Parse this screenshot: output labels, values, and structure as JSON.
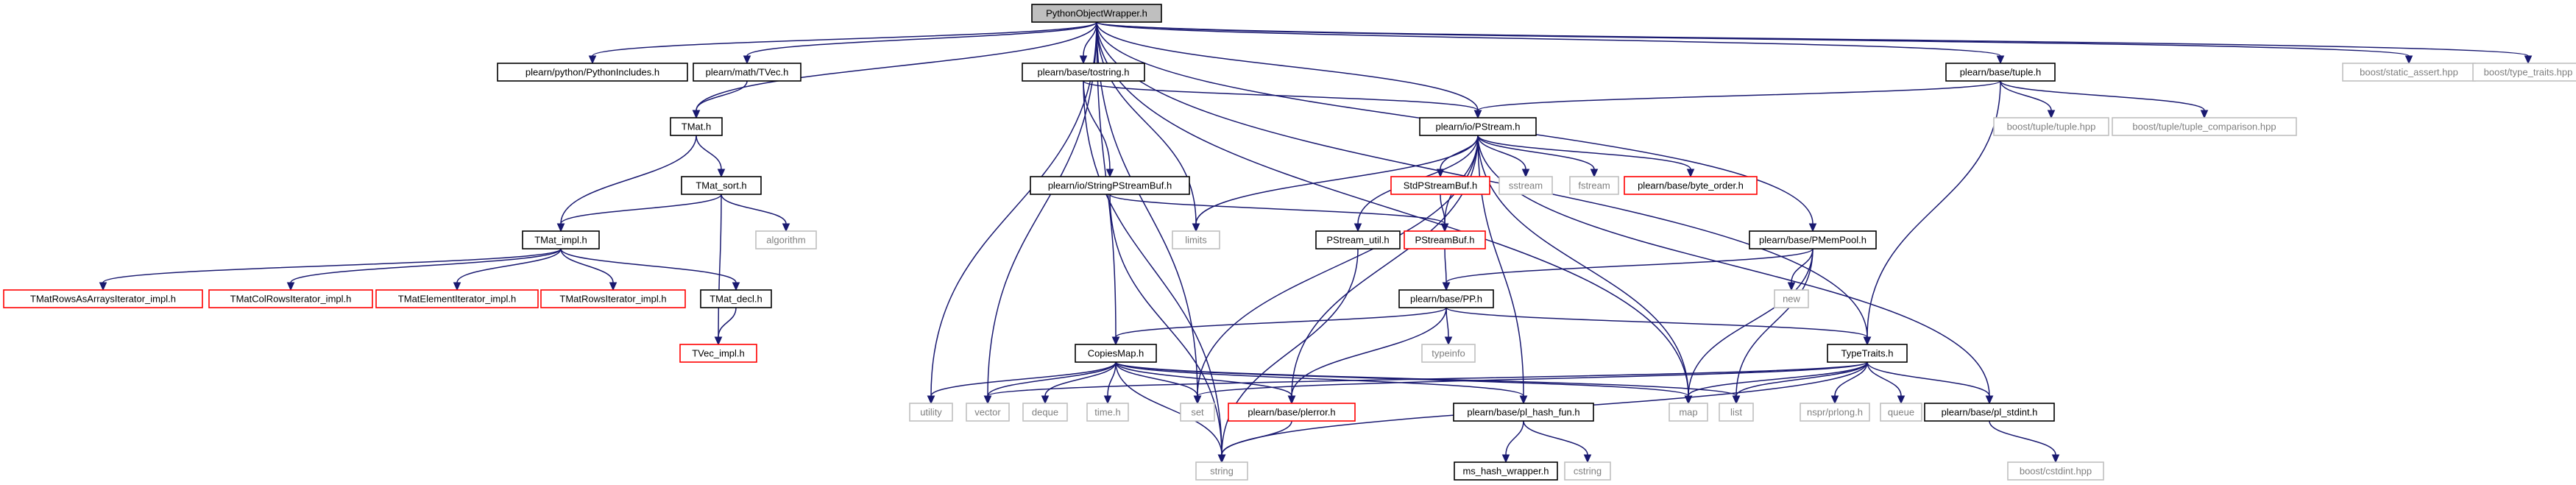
{
  "graph": {
    "root": "PythonObjectWrapper.h",
    "edge_color": "#191970",
    "nodes": [
      {
        "id": "root",
        "label": "PythonObjectWrapper.h",
        "style": "root"
      },
      {
        "id": "pyincl",
        "label": "plearn/python/PythonIncludes.h",
        "style": "solid"
      },
      {
        "id": "tvec",
        "label": "plearn/math/TVec.h",
        "style": "solid"
      },
      {
        "id": "tmat",
        "label": "TMat.h",
        "style": "solid"
      },
      {
        "id": "tmatsort",
        "label": "TMat_sort.h",
        "style": "solid"
      },
      {
        "id": "algorithm",
        "label": "algorithm",
        "style": "grey"
      },
      {
        "id": "tmatimpl",
        "label": "TMat_impl.h",
        "style": "solid"
      },
      {
        "id": "rowsasarrays",
        "label": "TMatRowsAsArraysIterator_impl.h",
        "style": "red"
      },
      {
        "id": "colrows",
        "label": "TMatColRowsIterator_impl.h",
        "style": "red"
      },
      {
        "id": "element",
        "label": "TMatElementIterator_impl.h",
        "style": "red"
      },
      {
        "id": "rowsit",
        "label": "TMatRowsIterator_impl.h",
        "style": "red"
      },
      {
        "id": "tmatdecl",
        "label": "TMat_decl.h",
        "style": "solid"
      },
      {
        "id": "tvecimpl",
        "label": "TVec_impl.h",
        "style": "red"
      },
      {
        "id": "tostring",
        "label": "plearn/base/tostring.h",
        "style": "solid"
      },
      {
        "id": "spsbuf",
        "label": "plearn/io/StringPStreamBuf.h",
        "style": "solid"
      },
      {
        "id": "limits",
        "label": "limits",
        "style": "grey"
      },
      {
        "id": "pstream",
        "label": "plearn/io/PStream.h",
        "style": "solid"
      },
      {
        "id": "stdpsbuf",
        "label": "StdPStreamBuf.h",
        "style": "red"
      },
      {
        "id": "sstream",
        "label": "sstream",
        "style": "grey"
      },
      {
        "id": "fstream",
        "label": "fstream",
        "style": "grey"
      },
      {
        "id": "byteorder",
        "label": "plearn/base/byte_order.h",
        "style": "red"
      },
      {
        "id": "psutil",
        "label": "PStream_util.h",
        "style": "solid"
      },
      {
        "id": "psbuf",
        "label": "PStreamBuf.h",
        "style": "red"
      },
      {
        "id": "pp",
        "label": "plearn/base/PP.h",
        "style": "solid"
      },
      {
        "id": "typeinfo",
        "label": "typeinfo",
        "style": "grey"
      },
      {
        "id": "pmempool",
        "label": "plearn/base/PMemPool.h",
        "style": "solid"
      },
      {
        "id": "new",
        "label": "new",
        "style": "grey"
      },
      {
        "id": "tuple",
        "label": "plearn/base/tuple.h",
        "style": "solid"
      },
      {
        "id": "btuple",
        "label": "boost/tuple/tuple.hpp",
        "style": "grey"
      },
      {
        "id": "btuplecmp",
        "label": "boost/tuple/tuple_comparison.hpp",
        "style": "grey"
      },
      {
        "id": "bsassert",
        "label": "boost/static_assert.hpp",
        "style": "grey"
      },
      {
        "id": "btypetraits",
        "label": "boost/type_traits.hpp",
        "style": "grey"
      },
      {
        "id": "copiesmap",
        "label": "CopiesMap.h",
        "style": "solid"
      },
      {
        "id": "typetraits",
        "label": "TypeTraits.h",
        "style": "solid"
      },
      {
        "id": "utility",
        "label": "utility",
        "style": "grey"
      },
      {
        "id": "vector",
        "label": "vector",
        "style": "grey"
      },
      {
        "id": "deque",
        "label": "deque",
        "style": "grey"
      },
      {
        "id": "timeh",
        "label": "time.h",
        "style": "grey"
      },
      {
        "id": "set",
        "label": "set",
        "style": "grey"
      },
      {
        "id": "perror",
        "label": "plearn/base/plerror.h",
        "style": "red"
      },
      {
        "id": "map",
        "label": "map",
        "style": "grey"
      },
      {
        "id": "list",
        "label": "list",
        "style": "grey"
      },
      {
        "id": "nsprlong",
        "label": "nspr/prlong.h",
        "style": "grey"
      },
      {
        "id": "queue",
        "label": "queue",
        "style": "grey"
      },
      {
        "id": "plstdint",
        "label": "plearn/base/pl_stdint.h",
        "style": "solid"
      },
      {
        "id": "bcstdint",
        "label": "boost/cstdint.hpp",
        "style": "grey"
      },
      {
        "id": "hashfun",
        "label": "plearn/base/pl_hash_fun.h",
        "style": "solid"
      },
      {
        "id": "mshash",
        "label": "ms_hash_wrapper.h",
        "style": "solid"
      },
      {
        "id": "cstring",
        "label": "cstring",
        "style": "grey"
      },
      {
        "id": "string",
        "label": "string",
        "style": "grey"
      }
    ],
    "edges": [
      [
        "root",
        "pyincl"
      ],
      [
        "root",
        "tvec"
      ],
      [
        "root",
        "tmat"
      ],
      [
        "root",
        "tostring"
      ],
      [
        "root",
        "limits"
      ],
      [
        "root",
        "pstream"
      ],
      [
        "root",
        "pmempool"
      ],
      [
        "root",
        "tuple"
      ],
      [
        "root",
        "bsassert"
      ],
      [
        "root",
        "btypetraits"
      ],
      [
        "root",
        "copiesmap"
      ],
      [
        "root",
        "typetraits"
      ],
      [
        "root",
        "utility"
      ],
      [
        "root",
        "vector"
      ],
      [
        "root",
        "set"
      ],
      [
        "root",
        "map"
      ],
      [
        "tvec",
        "tmat"
      ],
      [
        "tmat",
        "tmatsort"
      ],
      [
        "tmat",
        "tmatimpl"
      ],
      [
        "tmatsort",
        "algorithm"
      ],
      [
        "tmatsort",
        "tmatimpl"
      ],
      [
        "tmatsort",
        "tvecimpl"
      ],
      [
        "tmatimpl",
        "rowsasarrays"
      ],
      [
        "tmatimpl",
        "colrows"
      ],
      [
        "tmatimpl",
        "element"
      ],
      [
        "tmatimpl",
        "rowsit"
      ],
      [
        "tmatimpl",
        "tmatdecl"
      ],
      [
        "tmatdecl",
        "tvecimpl"
      ],
      [
        "tostring",
        "pstream"
      ],
      [
        "tostring",
        "spsbuf"
      ],
      [
        "tostring",
        "string"
      ],
      [
        "spsbuf",
        "psbuf"
      ],
      [
        "spsbuf",
        "string"
      ],
      [
        "pstream",
        "limits"
      ],
      [
        "pstream",
        "stdpsbuf"
      ],
      [
        "pstream",
        "sstream"
      ],
      [
        "pstream",
        "fstream"
      ],
      [
        "pstream",
        "byteorder"
      ],
      [
        "pstream",
        "psutil"
      ],
      [
        "pstream",
        "psbuf"
      ],
      [
        "pstream",
        "perror"
      ],
      [
        "pstream",
        "set"
      ],
      [
        "pstream",
        "map"
      ],
      [
        "pstream",
        "hashfun"
      ],
      [
        "pstream",
        "plstdint"
      ],
      [
        "stdpsbuf",
        "psbuf"
      ],
      [
        "psutil",
        "string"
      ],
      [
        "psbuf",
        "pp"
      ],
      [
        "pp",
        "typeinfo"
      ],
      [
        "pp",
        "copiesmap"
      ],
      [
        "pp",
        "perror"
      ],
      [
        "pp",
        "typetraits"
      ],
      [
        "pmempool",
        "pp"
      ],
      [
        "pmempool",
        "new"
      ],
      [
        "pmempool",
        "map"
      ],
      [
        "pmempool",
        "list"
      ],
      [
        "tuple",
        "pstream"
      ],
      [
        "tuple",
        "btuple"
      ],
      [
        "tuple",
        "btuplecmp"
      ],
      [
        "tuple",
        "typetraits"
      ],
      [
        "copiesmap",
        "utility"
      ],
      [
        "copiesmap",
        "vector"
      ],
      [
        "copiesmap",
        "deque"
      ],
      [
        "copiesmap",
        "timeh"
      ],
      [
        "copiesmap",
        "set"
      ],
      [
        "copiesmap",
        "perror"
      ],
      [
        "copiesmap",
        "map"
      ],
      [
        "copiesmap",
        "list"
      ],
      [
        "copiesmap",
        "hashfun"
      ],
      [
        "copiesmap",
        "string"
      ],
      [
        "typetraits",
        "vector"
      ],
      [
        "typetraits",
        "set"
      ],
      [
        "typetraits",
        "map"
      ],
      [
        "typetraits",
        "list"
      ],
      [
        "typetraits",
        "nsprlong"
      ],
      [
        "typetraits",
        "queue"
      ],
      [
        "typetraits",
        "plstdint"
      ],
      [
        "typetraits",
        "string"
      ],
      [
        "perror",
        "string"
      ],
      [
        "plstdint",
        "bcstdint"
      ],
      [
        "hashfun",
        "mshash"
      ],
      [
        "hashfun",
        "cstring"
      ]
    ]
  }
}
